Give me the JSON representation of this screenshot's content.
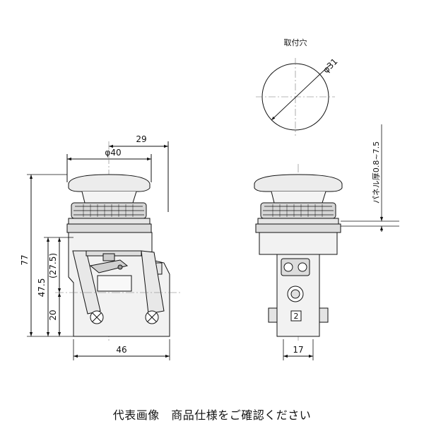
{
  "hole": {
    "title": "取付穴",
    "diameter": "φ31"
  },
  "front": {
    "dims": {
      "head_dia": "φ40",
      "offset": "29",
      "total_height": "77",
      "height_47": "47.5",
      "height_27": "(27.5)",
      "height_20": "20",
      "width": "46"
    }
  },
  "side": {
    "dims": {
      "panel": "パネル厚0.8~7.5",
      "width": "17"
    },
    "port_label": "2"
  },
  "caption": "代表画像　商品仕様をご確認ください"
}
